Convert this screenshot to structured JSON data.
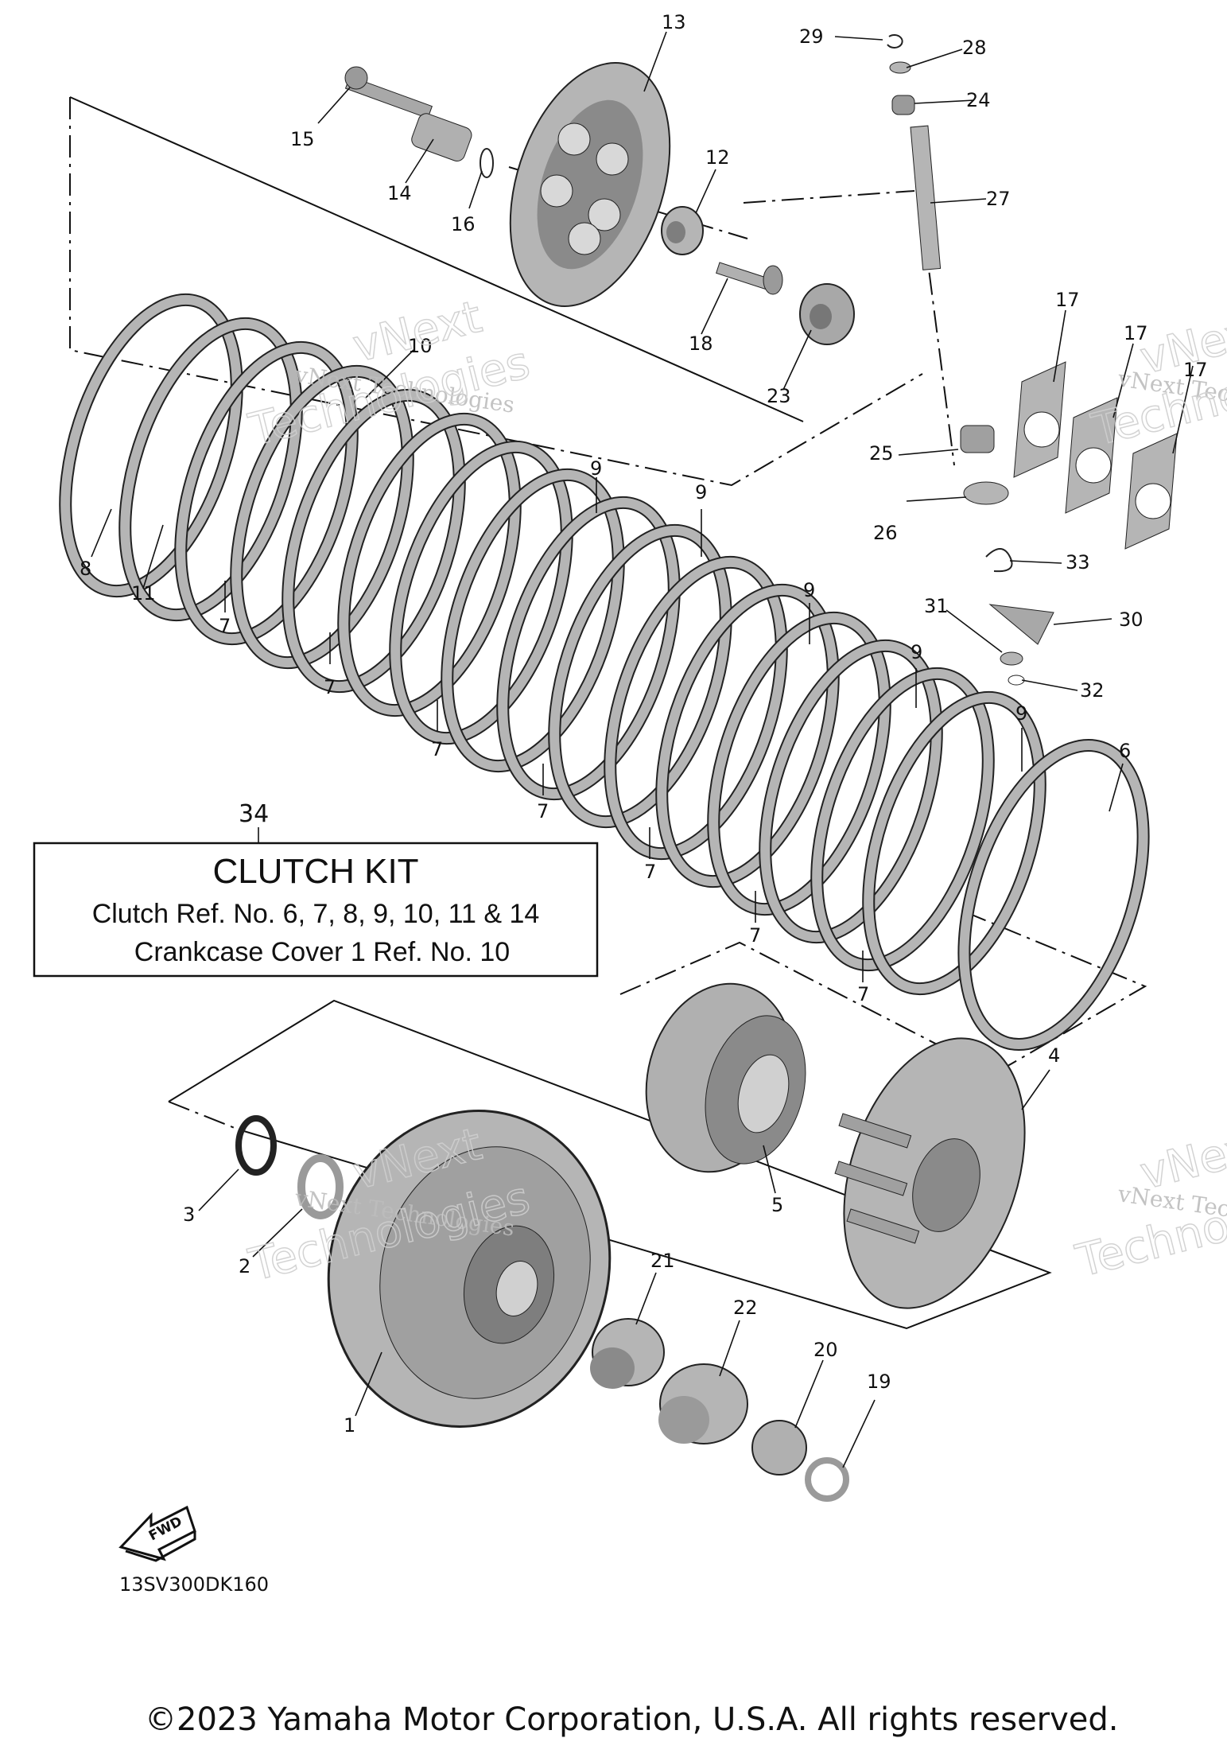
{
  "part_numbers": [
    "1",
    "2",
    "3",
    "4",
    "5",
    "6",
    "7",
    "8",
    "9",
    "10",
    "11",
    "12",
    "13",
    "14",
    "15",
    "16",
    "17",
    "18",
    "19",
    "20",
    "21",
    "22",
    "23",
    "24",
    "25",
    "26",
    "27",
    "28",
    "29",
    "30",
    "31",
    "32",
    "33",
    "34"
  ],
  "callouts": [
    {
      "n": "13"
    },
    {
      "n": "29"
    },
    {
      "n": "28"
    },
    {
      "n": "24"
    },
    {
      "n": "27"
    },
    {
      "n": "15"
    },
    {
      "n": "14"
    },
    {
      "n": "16"
    },
    {
      "n": "12"
    },
    {
      "n": "18"
    },
    {
      "n": "23"
    },
    {
      "n": "17"
    },
    {
      "n": "17"
    },
    {
      "n": "17"
    },
    {
      "n": "10"
    },
    {
      "n": "25"
    },
    {
      "n": "26"
    },
    {
      "n": "33"
    },
    {
      "n": "31"
    },
    {
      "n": "30"
    },
    {
      "n": "32"
    },
    {
      "n": "8"
    },
    {
      "n": "11"
    },
    {
      "n": "7"
    },
    {
      "n": "7"
    },
    {
      "n": "7"
    },
    {
      "n": "7"
    },
    {
      "n": "7"
    },
    {
      "n": "7"
    },
    {
      "n": "7"
    },
    {
      "n": "9"
    },
    {
      "n": "9"
    },
    {
      "n": "9"
    },
    {
      "n": "9"
    },
    {
      "n": "9"
    },
    {
      "n": "6"
    },
    {
      "n": "34"
    },
    {
      "n": "4"
    },
    {
      "n": "5"
    },
    {
      "n": "3"
    },
    {
      "n": "2"
    },
    {
      "n": "1"
    },
    {
      "n": "21"
    },
    {
      "n": "22"
    },
    {
      "n": "20"
    },
    {
      "n": "19"
    }
  ],
  "kit_box": {
    "title": "CLUTCH KIT",
    "line1": "Clutch Ref. No. 6, 7, 8, 9, 10, 11 & 14",
    "line2": "Crankcase Cover 1 Ref. No. 10"
  },
  "fwd_label": "FWD",
  "diagram_code": "13SV300DK160",
  "watermark": {
    "line1": "vNext Technologies",
    "big1": "vNext",
    "big2": "Technologies"
  },
  "copyright": "©2023 Yamaha Motor Corporation, U.S.A. All rights reserved.",
  "colors": {
    "line": "#111111",
    "part_fill": "#b5b5b5",
    "part_dark": "#8a8a8a",
    "watermark": "#c8c8c8"
  }
}
